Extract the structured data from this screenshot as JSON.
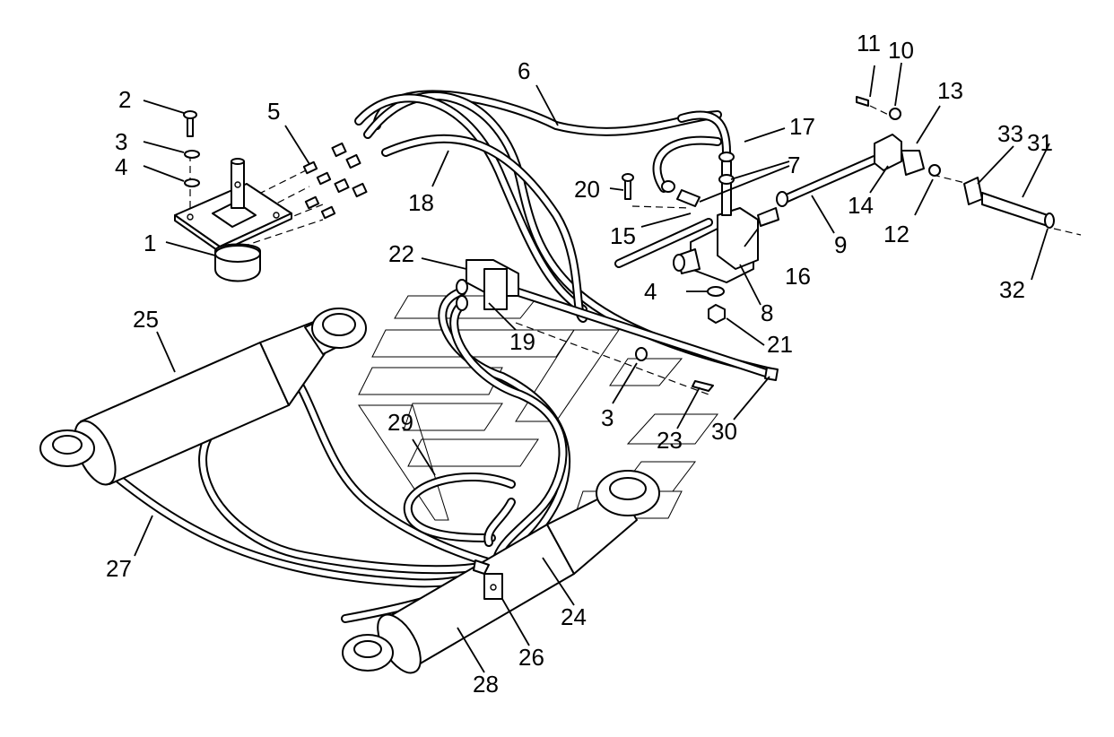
{
  "callouts": {
    "c1": "1",
    "c2": "2",
    "c3": "3",
    "c3b": "3",
    "c4": "4",
    "c4b": "4",
    "c5": "5",
    "c6": "6",
    "c7": "7",
    "c8": "8",
    "c9": "9",
    "c10": "10",
    "c11": "11",
    "c12": "12",
    "c13": "13",
    "c14": "14",
    "c15": "15",
    "c16": "16",
    "c17": "17",
    "c18": "18",
    "c19": "19",
    "c20": "20",
    "c21": "21",
    "c22": "22",
    "c23": "23",
    "c24": "24",
    "c25": "25",
    "c26": "26",
    "c27": "27",
    "c28": "28",
    "c29": "29",
    "c30": "30",
    "c31": "31",
    "c32": "32",
    "c33": "33"
  },
  "colors": {
    "ink": "#000000",
    "paper": "#ffffff"
  }
}
